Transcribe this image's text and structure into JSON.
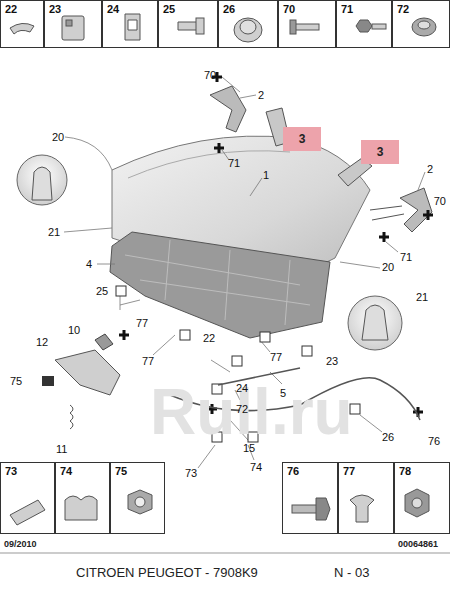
{
  "diagram": {
    "nodes": [
      {
        "text": [
          "22"
        ]
      },
      {
        "text": [
          "23"
        ]
      },
      {
        "text": [
          "24"
        ]
      },
      {
        "text": [
          "25"
        ]
      },
      {
        "text": [
          "26"
        ]
      },
      {
        "text": [
          "70"
        ]
      },
      {
        "text": [
          "71"
        ]
      },
      {
        "text": [
          "72"
        ]
      },
      {
        "text": [
          "3"
        ]
      },
      {
        "text": [
          "3"
        ]
      },
      {
        "text": [
          "73"
        ]
      },
      {
        "text": [
          "74"
        ]
      },
      {
        "text": [
          "75"
        ]
      },
      {
        "text": [
          "76"
        ]
      },
      {
        "text": [
          "77"
        ]
      },
      {
        "text": [
          "78"
        ]
      }
    ],
    "labels": [
      "70",
      "2",
      "71",
      "20",
      "1",
      "2",
      "70",
      "21",
      "4",
      "71",
      "20",
      "21",
      "25",
      "77",
      "10",
      "12",
      "22",
      "77",
      "77",
      "23",
      "75",
      "24",
      "5",
      "72",
      "11",
      "15",
      "26",
      "76",
      "73",
      "74",
      "09/2010",
      "00064861",
      "CITROEN PEUGEOT - 7908K9",
      "N - 03",
      "Rull.ru"
    ]
  }
}
